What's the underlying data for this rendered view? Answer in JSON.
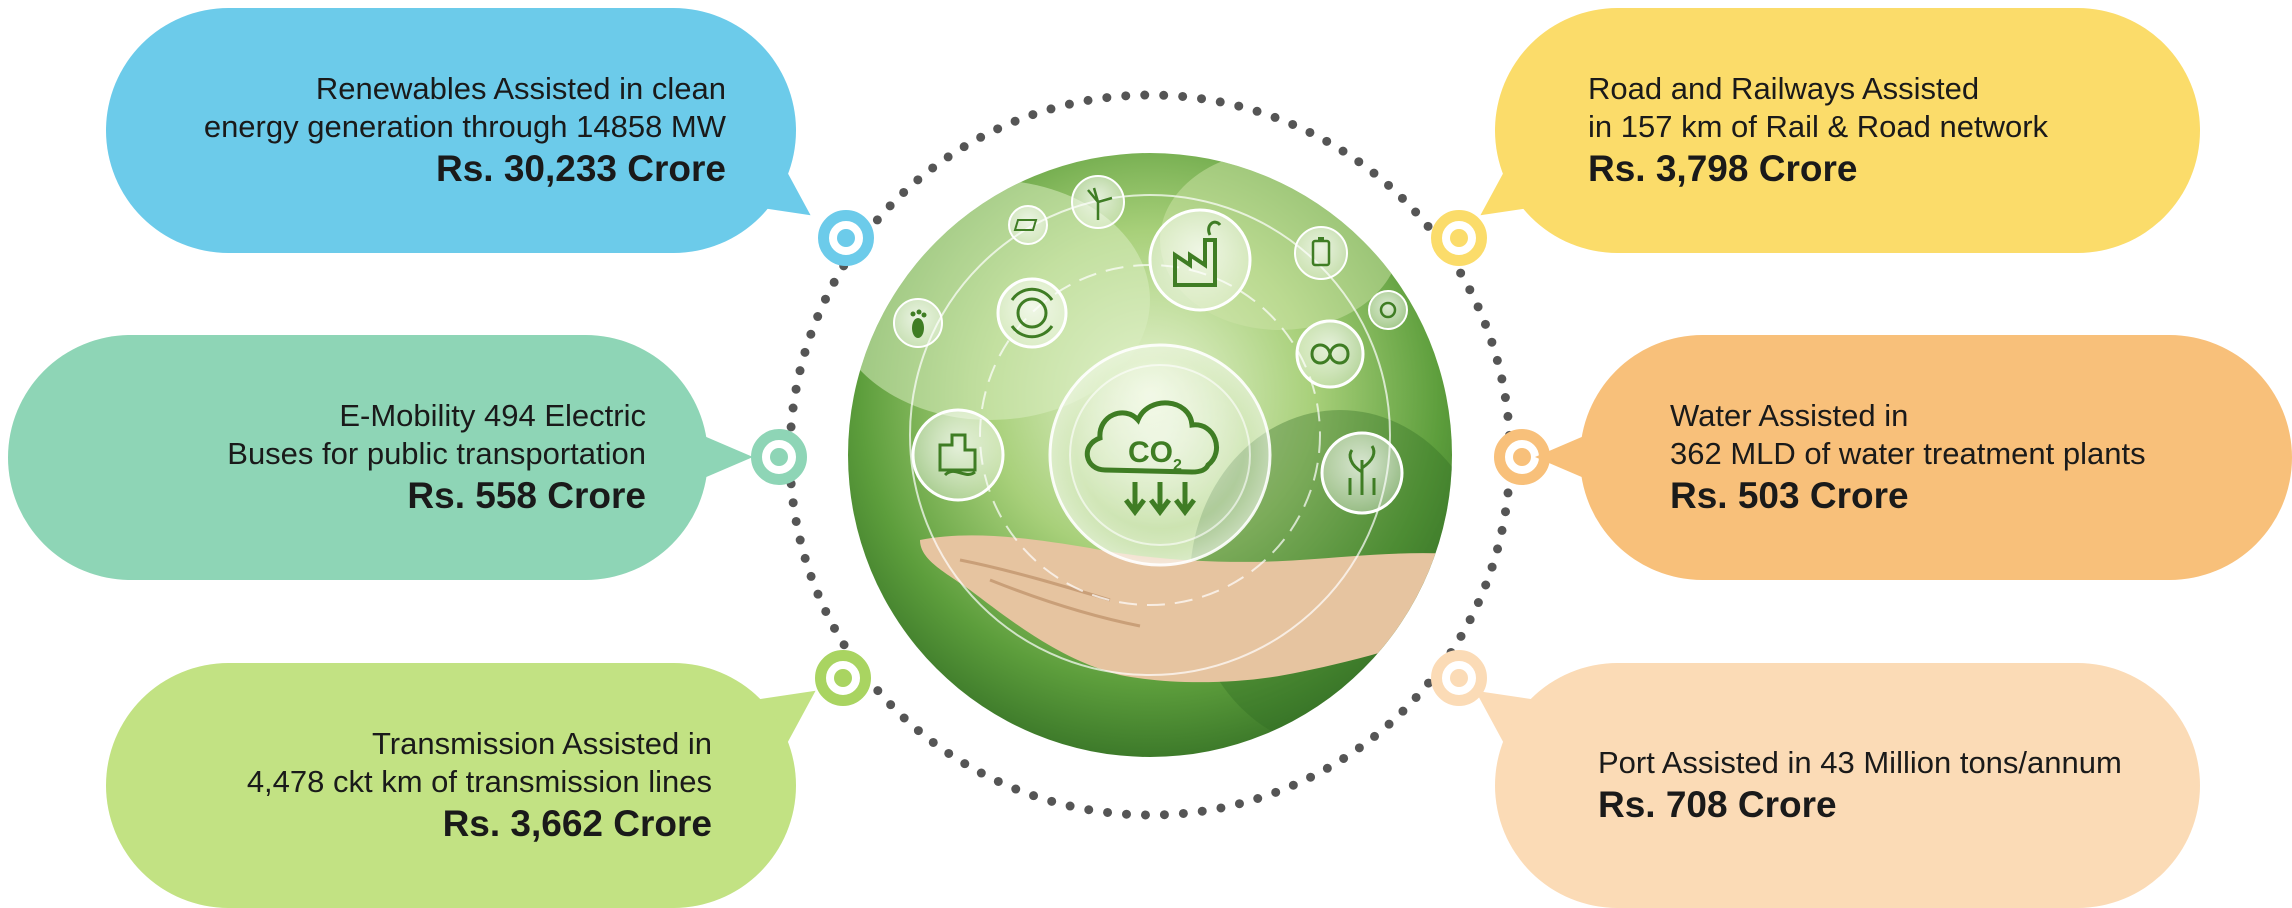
{
  "colors": {
    "renewables": "#6ccbea",
    "emobility": "#8ed5b6",
    "transmission": "#c2e283",
    "road_railways": "#fbdc6a",
    "water": "#f8c07a",
    "port": "#fbdbb6",
    "dotted_ring": "#555555"
  },
  "center": {
    "co2_label": "CO",
    "co2_subscript": "2",
    "icons": [
      "co2-cloud-icon",
      "factory-icon",
      "wind-turbine-icon",
      "solar-panel-icon",
      "footprint-icon",
      "recycle-globe-icon",
      "green-city-icon",
      "battery-icon",
      "infinity-icon",
      "gear-leaf-icon",
      "plant-icon",
      "open-hand-icon"
    ]
  },
  "bubbles": {
    "renewables": {
      "line1": "Renewables Assisted in clean",
      "line2": "energy generation through 14858 MW",
      "amount": "Rs. 30,233 Crore"
    },
    "emobility": {
      "line1": "E-Mobility 494 Electric",
      "line2": "Buses for public transportation",
      "amount": "Rs. 558 Crore"
    },
    "transmission": {
      "line1": "Transmission Assisted in",
      "line2": "4,478 ckt km of transmission lines",
      "amount": "Rs. 3,662 Crore"
    },
    "road_railways": {
      "line1": "Road and Railways Assisted",
      "line2": "in 157 km  of Rail & Road network",
      "amount": "Rs. 3,798 Crore"
    },
    "water": {
      "line1": "Water Assisted in",
      "line2": "362 MLD of water treatment plants",
      "amount": "Rs. 503 Crore"
    },
    "port": {
      "line1": "Port Assisted in 43 Million tons/annum",
      "amount": "Rs. 708 Crore"
    }
  }
}
